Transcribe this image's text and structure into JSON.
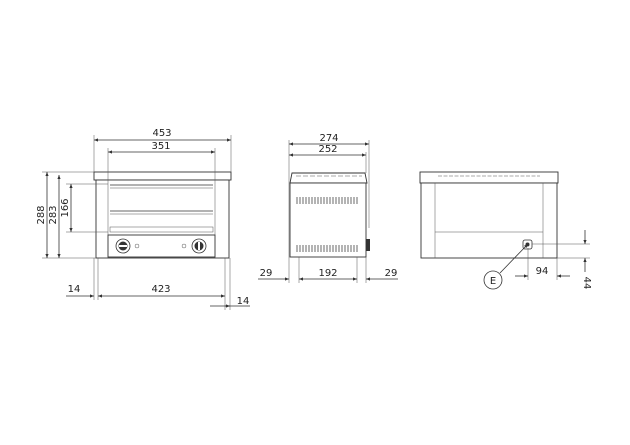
{
  "front_view": {
    "overall_width": "453",
    "inner_width": "351",
    "overall_height": "288",
    "body_height": "283",
    "opening_height": "166",
    "left_offset": "14",
    "feet_spacing": "423",
    "right_offset": "14"
  },
  "side_view": {
    "overall_depth": "274",
    "body_depth": "252",
    "front_offset": "29",
    "feet_spacing": "192",
    "rear_offset": "29"
  },
  "rear_view": {
    "connection_label": "E",
    "connection_horizontal": "94",
    "connection_height": "44"
  },
  "colors": {
    "line": "#333333",
    "background": "#ffffff"
  }
}
